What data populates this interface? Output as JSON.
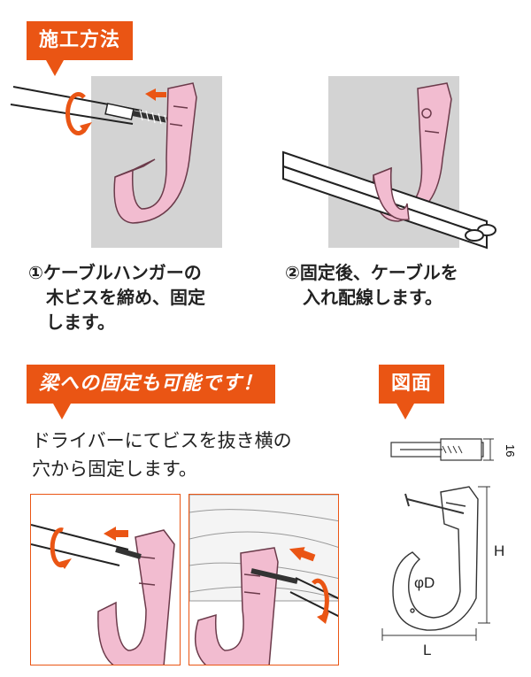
{
  "method": {
    "heading": "施工方法",
    "step1": "①ケーブルハンガーの\n　木ビスを締め、固定\n　します。",
    "step2": "②固定後、ケーブルを\n　入れ配線します。"
  },
  "beam": {
    "heading": "梁への固定も可能です！",
    "description": "ドライバーにてビスを抜き横の\n穴から固定します。"
  },
  "drawing": {
    "heading": "図面",
    "dim_16": "16",
    "dim_h": "H",
    "dim_d": "φD",
    "dim_l": "L"
  },
  "colors": {
    "accent": "#ea5514",
    "hanger": "#f2bcd0",
    "panel": "#d3d3d3"
  }
}
